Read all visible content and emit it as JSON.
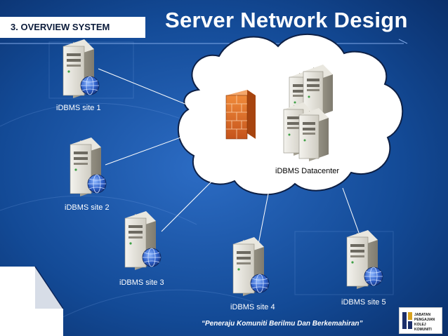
{
  "slide": {
    "section_tag": "3. OVERVIEW SYSTEM",
    "title": "Server  Network Design",
    "footer_quote": "“Peneraju  Komuniti Berilmu Dan Berkemahiran”"
  },
  "nodes": {
    "site1": "iDBMS site 1",
    "site2": "iDBMS site 2",
    "site3": "iDBMS site 3",
    "site4": "iDBMS site 4",
    "site5": "iDBMS site 5",
    "datacenter": "iDBMS Datacenter"
  },
  "logo": {
    "text": "JABATAN PENGAJIAN KOLEJ KOMUNITI"
  },
  "colors": {
    "background": "#0e3f86",
    "cloud": "#ffffff",
    "firewall": "#e8702a",
    "connector": "#ffffff"
  },
  "icons": {
    "server": "server-globe-icon",
    "datacenter": "server-cluster-icon",
    "firewall": "firewall-brick-icon"
  }
}
